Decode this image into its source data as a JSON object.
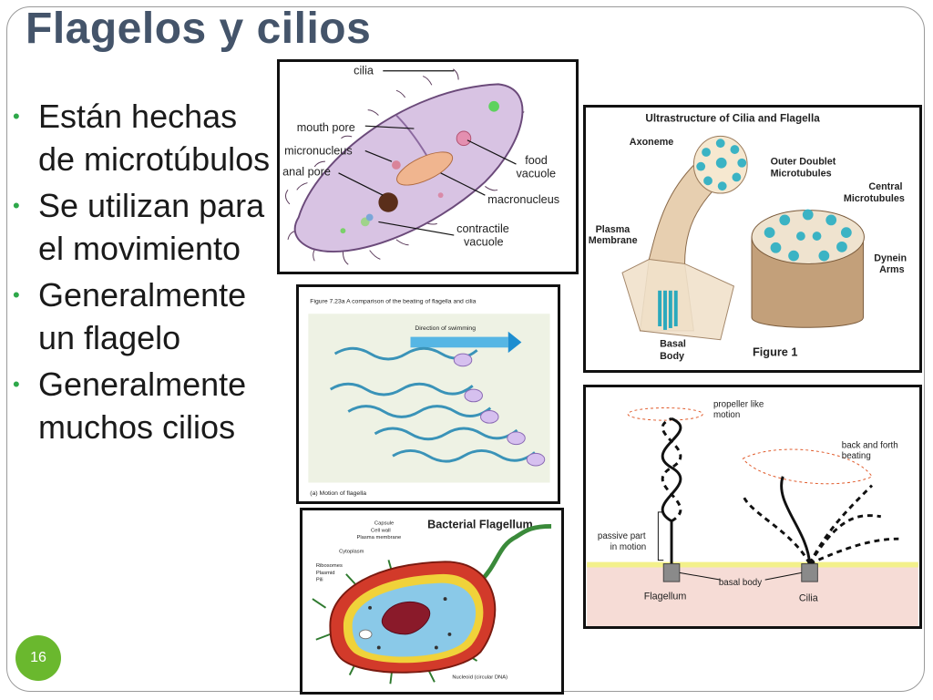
{
  "slide": {
    "title": "Flagelos y cilios",
    "page_number": "16"
  },
  "bullets": [
    "Están hechas de microtúbulos",
    "Se utilizan para el movimiento",
    "Generalmente un flagelo",
    "Generalmente muchos cilios"
  ],
  "paramecium": {
    "labels": {
      "cilia": "cilia",
      "mouth_pore": "mouth pore",
      "micronucleus": "micronucleus",
      "anal_pore": "anal pore",
      "food_vacuole_1": "food",
      "food_vacuole_2": "vacuole",
      "macronucleus": "macronucleus",
      "contractile_1": "contractile",
      "contractile_2": "vacuole"
    }
  },
  "ultrastructure": {
    "title": "Ultrastructure of Cilia and Flagella",
    "labels": {
      "axoneme": "Axoneme",
      "outer_1": "Outer Doublet",
      "outer_2": "Microtubules",
      "central_1": "Central",
      "central_2": "Microtubules",
      "plasma_1": "Plasma",
      "plasma_2": "Membrane",
      "dynein_1": "Dynein",
      "dynein_2": "Arms",
      "basal_1": "Basal",
      "basal_2": "Body",
      "figure": "Figure 1"
    }
  },
  "beating": {
    "caption": "Figure 7.23a  A comparison of the beating of flagella and cilia",
    "direction": "Direction of swimming",
    "footer": "(a) Motion of flagella"
  },
  "motion": {
    "labels": {
      "propeller_1": "propeller like",
      "propeller_2": "motion",
      "back_1": "back and forth",
      "back_2": "beating",
      "passive_1": "passive part",
      "passive_2": "in motion",
      "basal_body": "basal body",
      "flagellum": "Flagellum",
      "cilia": "Cilia"
    }
  },
  "bacterial": {
    "title": "Bacterial Flagellum",
    "labels": {
      "capsule": "Capsule",
      "cell_wall": "Cell wall",
      "plasma_membrane": "Plasma membrane",
      "cytoplasm": "Cytoplasm",
      "ribosomes": "Ribosomes",
      "plasmid": "Plasmid",
      "pili": "Pili",
      "nucleoid": "Nucleoid (circular DNA)"
    }
  },
  "colors": {
    "title": "#44546a",
    "bullet_dot": "#2ea84a",
    "page_badge": "#6ab82e"
  }
}
